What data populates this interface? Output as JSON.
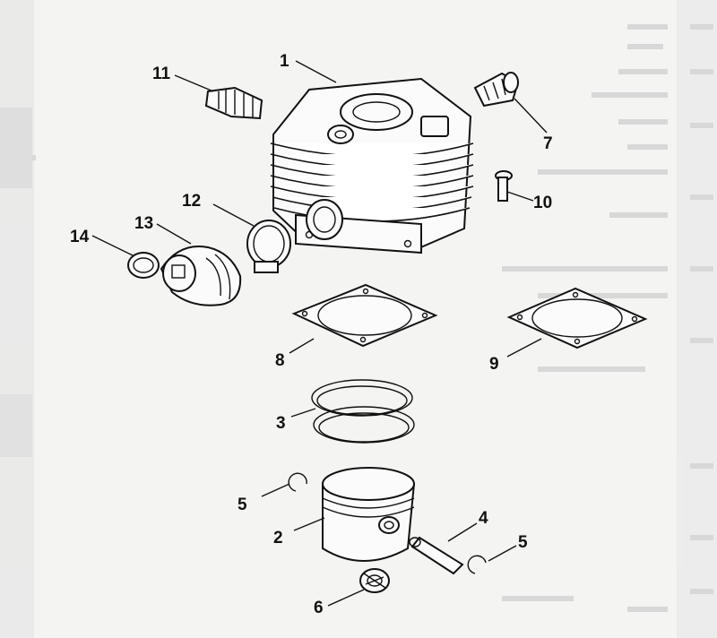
{
  "diagram": {
    "callouts": {
      "c1": "1",
      "c2": "2",
      "c3": "3",
      "c4": "4",
      "c5a": "5",
      "c5b": "5",
      "c6": "6",
      "c7": "7",
      "c8": "8",
      "c9": "9",
      "c10": "10",
      "c11": "11",
      "c12": "12",
      "c13": "13",
      "c14": "14"
    }
  }
}
